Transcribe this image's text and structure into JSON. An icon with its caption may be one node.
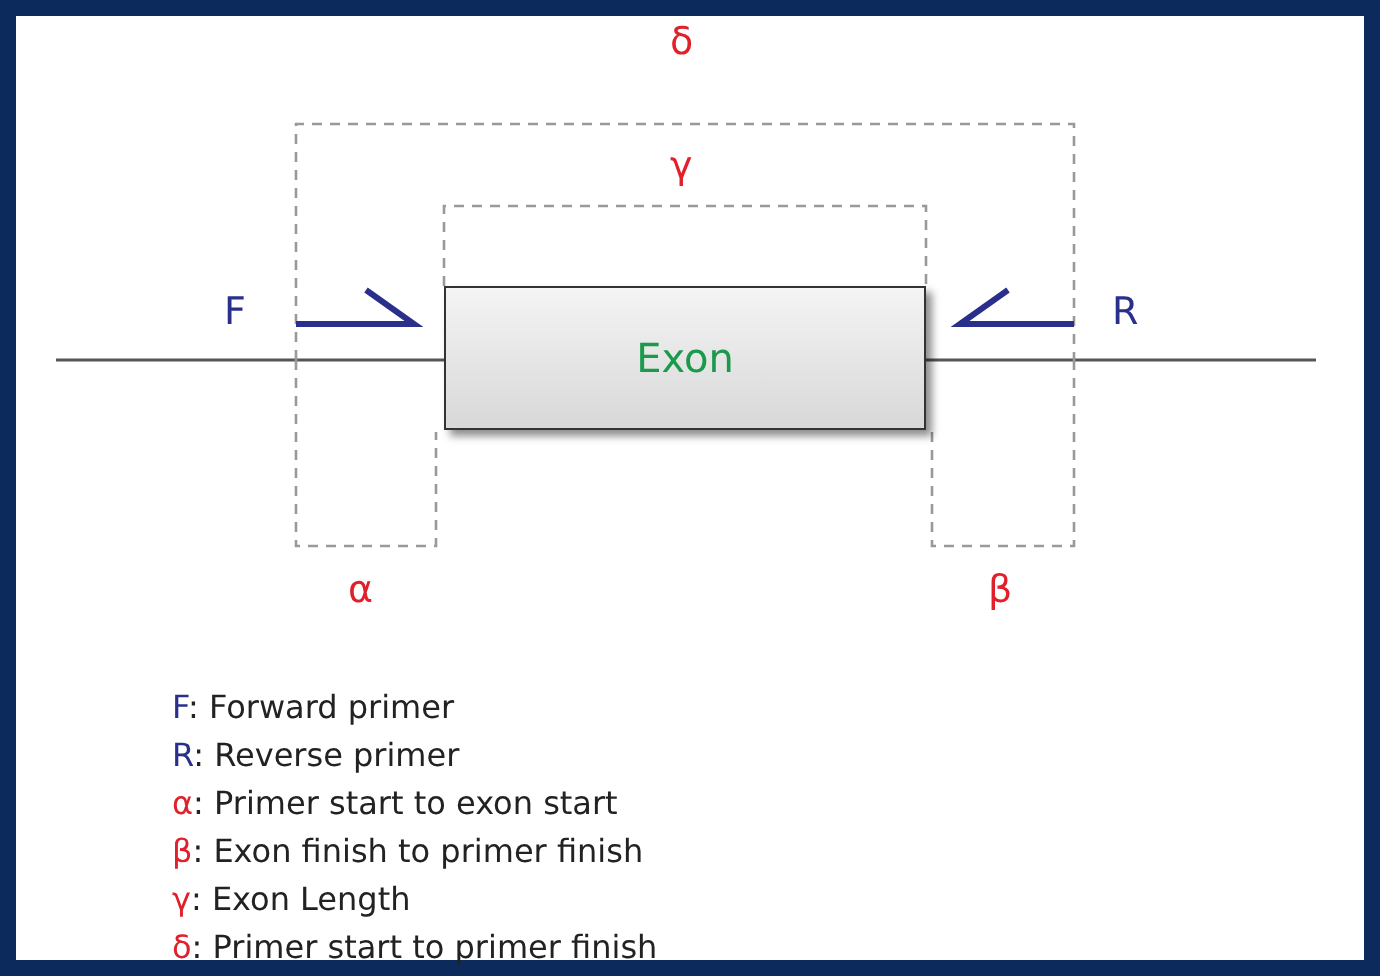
{
  "diagram": {
    "nodes": [
      {
        "text": [
          "Exon"
        ]
      }
    ],
    "labels": [
      "δ",
      "γ",
      "F",
      "R",
      "α",
      "β",
      "F: Forward primer",
      "R: Reverse primer",
      "α: Primer start to exon start",
      "β: Exon finish to primer finish",
      "γ: Exon Length",
      "δ: Primer start to primer finish"
    ]
  }
}
